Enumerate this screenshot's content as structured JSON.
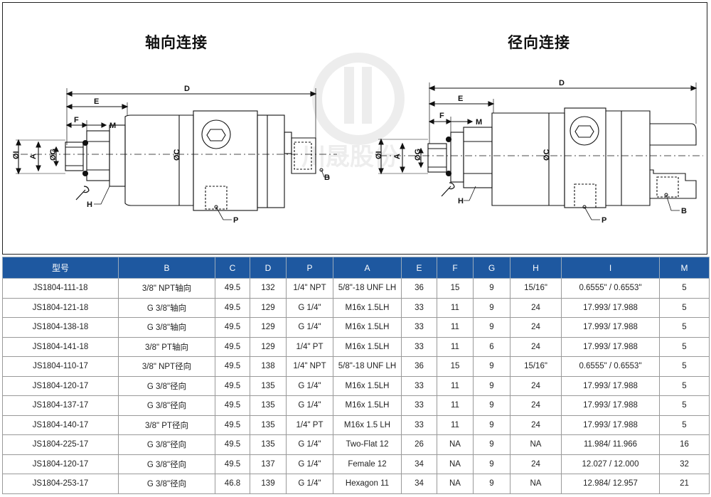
{
  "headings": {
    "axial": "轴向连接",
    "radial": "径向连接"
  },
  "watermark_text": "川晟股份",
  "dimension_labels": {
    "D": "D",
    "E": "E",
    "F": "F",
    "M": "M",
    "I": "ØI",
    "A": "A",
    "G": "ØG",
    "C": "ØC",
    "H": "H",
    "P": "P",
    "B": "B"
  },
  "table": {
    "headers": [
      "型号",
      "B",
      "C",
      "D",
      "P",
      "A",
      "E",
      "F",
      "G",
      "H",
      "I",
      "M"
    ],
    "rows": [
      [
        "JS1804-111-18",
        "3/8\" NPT轴向",
        "49.5",
        "132",
        "1/4\" NPT",
        "5/8\"-18 UNF LH",
        "36",
        "15",
        "9",
        "15/16\"",
        "0.6555\" / 0.6553\"",
        "5"
      ],
      [
        "JS1804-121-18",
        "G 3/8\"轴向",
        "49.5",
        "129",
        "G 1/4\"",
        "M16x 1.5LH",
        "33",
        "11",
        "9",
        "24",
        "17.993/ 17.988",
        "5"
      ],
      [
        "JS1804-138-18",
        "G 3/8\"轴向",
        "49.5",
        "129",
        "G 1/4\"",
        "M16x 1.5LH",
        "33",
        "11",
        "9",
        "24",
        "17.993/ 17.988",
        "5"
      ],
      [
        "JS1804-141-18",
        "3/8\" PT轴向",
        "49.5",
        "129",
        "1/4\" PT",
        "M16x 1.5LH",
        "33",
        "11",
        "6",
        "24",
        "17.993/ 17.988",
        "5"
      ],
      [
        "JS1804-110-17",
        "3/8\" NPT径向",
        "49.5",
        "138",
        "1/4\" NPT",
        "5/8\"-18 UNF LH",
        "36",
        "15",
        "9",
        "15/16\"",
        "0.6555\" / 0.6553\"",
        "5"
      ],
      [
        "JS1804-120-17",
        "G 3/8\"径向",
        "49.5",
        "135",
        "G 1/4\"",
        "M16x 1.5LH",
        "33",
        "11",
        "9",
        "24",
        "17.993/ 17.988",
        "5"
      ],
      [
        "JS1804-137-17",
        "G 3/8\"径向",
        "49.5",
        "135",
        "G 1/4\"",
        "M16x 1.5LH",
        "33",
        "11",
        "9",
        "24",
        "17.993/ 17.988",
        "5"
      ],
      [
        "JS1804-140-17",
        "3/8\" PT径向",
        "49.5",
        "135",
        "1/4\" PT",
        "M16x 1.5 LH",
        "33",
        "11",
        "9",
        "24",
        "17.993/ 17.988",
        "5"
      ],
      [
        "JS1804-225-17",
        "G 3/8\"径向",
        "49.5",
        "135",
        "G 1/4\"",
        "Two-Flat 12",
        "26",
        "NA",
        "9",
        "NA",
        "11.984/ 11.966",
        "16"
      ],
      [
        "JS1804-120-17",
        "G 3/8\"径向",
        "49.5",
        "137",
        "G 1/4\"",
        "Female 12",
        "34",
        "NA",
        "9",
        "24",
        "12.027 / 12.000",
        "32"
      ],
      [
        "JS1804-253-17",
        "G 3/8\"径向",
        "46.8",
        "139",
        "G 1/4\"",
        "Hexagon 11",
        "34",
        "NA",
        "9",
        "NA",
        "12.984/ 12.957",
        "21"
      ]
    ]
  }
}
